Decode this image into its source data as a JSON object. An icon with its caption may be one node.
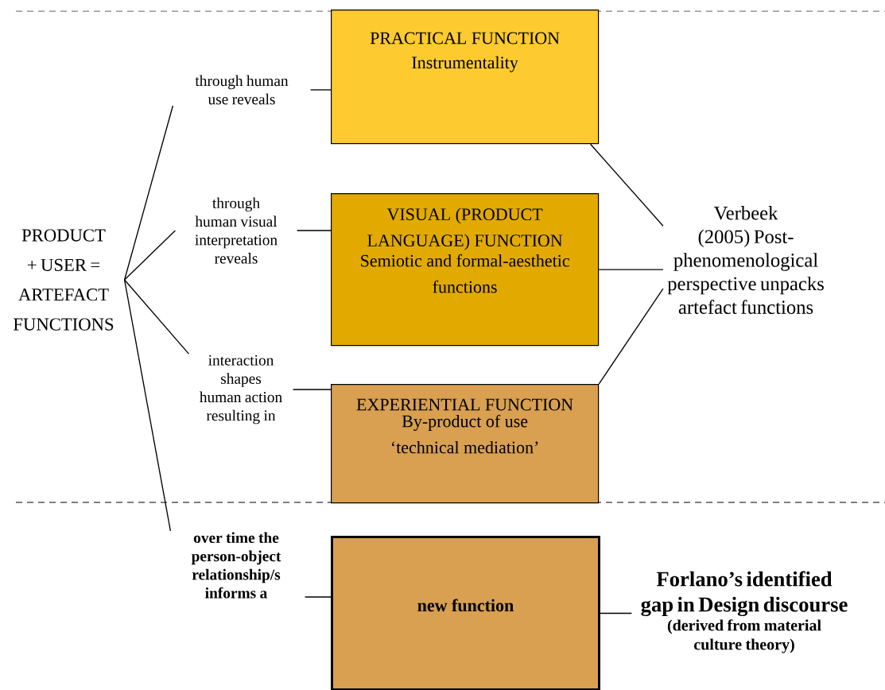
{
  "diagram": {
    "nodes": [
      {
        "text": [
          "PRODUCT + USER = ARTEFACT FUNCTIONS"
        ]
      },
      {
        "text": [
          "through human use reveals"
        ]
      },
      {
        "text": [
          "through human visual interpretation reveals"
        ]
      },
      {
        "text": [
          "interaction shapes human action resulting in"
        ]
      },
      {
        "text": [
          "over time the person-object relationship/s informs a"
        ]
      },
      {
        "text": [
          "PRACTICAL FUNCTION",
          "Instrumentality"
        ]
      },
      {
        "text": [
          "VISUAL (PRODUCT LANGUAGE) FUNCTION",
          "Semiotic and formal-aesthetic functions"
        ]
      },
      {
        "text": [
          "EXPERIENTIAL FUNCTION",
          "By-product of use ‘technical mediation’"
        ]
      },
      {
        "text": [
          "new function"
        ]
      },
      {
        "text": [
          "Verbeek (2005) Post-phenomenological perspective unpacks artefact functions"
        ]
      },
      {
        "text": [
          "Forlano’s identified gap in Design discourse",
          "(derived from material culture theory)"
        ]
      }
    ],
    "edges": [
      {
        "from": 0,
        "to": 1,
        "arrow": "none"
      },
      {
        "from": 0,
        "to": 2,
        "arrow": "none"
      },
      {
        "from": 0,
        "to": 3,
        "arrow": "none"
      },
      {
        "from": 0,
        "to": 4,
        "arrow": "none"
      },
      {
        "from": 1,
        "to": 5,
        "arrow": "none"
      },
      {
        "from": 2,
        "to": 6,
        "arrow": "none"
      },
      {
        "from": 3,
        "to": 7,
        "arrow": "none"
      },
      {
        "from": 4,
        "to": 8,
        "arrow": "none"
      },
      {
        "from": 5,
        "to": 9,
        "arrow": "none"
      },
      {
        "from": 6,
        "to": 9,
        "arrow": "none"
      },
      {
        "from": 7,
        "to": 9,
        "arrow": "none"
      },
      {
        "from": 8,
        "to": 10,
        "arrow": "none"
      }
    ]
  }
}
